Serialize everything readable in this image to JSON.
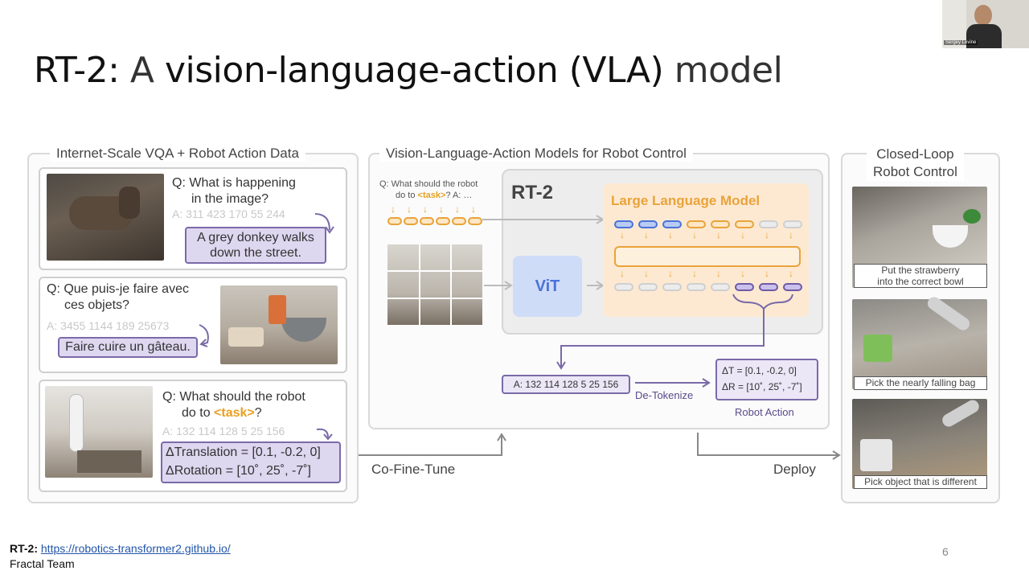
{
  "slide": {
    "title_prefix": "RT-2:",
    "title_a": " A ",
    "title_bold": "vision-language-action (VLA)",
    "title_suffix": " model",
    "page_number": "6"
  },
  "video": {
    "name_tag": "Sergey Levine"
  },
  "left_panel": {
    "label": "Internet-Scale VQA + Robot Action Data",
    "qa1": {
      "q1": "Q: What is happening",
      "q2": "in the image?",
      "tokens": "A: 311 423 170 55 244",
      "answer1": "A grey donkey walks",
      "answer2": "down the street."
    },
    "qa2": {
      "q1": "Q: Que puis-je faire avec",
      "q2": "ces objets?",
      "tokens": "A: 3455 1144 189 25673",
      "answer": "Faire cuire un gâteau."
    },
    "qa3": {
      "q1": "Q: What should the robot",
      "q2": "do to ",
      "task": "<task>",
      "q2_end": "?",
      "tokens": "A: 132 114 128 5 25 156",
      "answer1": "ΔTranslation = [0.1, -0.2, 0]",
      "answer2": "ΔRotation = [10˚, 25˚, -7˚]"
    }
  },
  "middle_panel": {
    "label": "Vision-Language-Action Models for Robot Control",
    "prompt1": "Q: What should the robot",
    "prompt2": "do to ",
    "prompt_task": "<task>",
    "prompt_end": "? A: …",
    "rt2": "RT-2",
    "llm": "Large Language Model",
    "vit": "ViT",
    "action_tokens": "A: 132 114 128 5 25 156",
    "detokenize": "De-Tokenize",
    "delta_t": "ΔT = [0.1, -0.2, 0]",
    "delta_r": "ΔR = [10˚, 25˚, -7˚]",
    "robot_action": "Robot Action"
  },
  "right_panel": {
    "label1": "Closed-Loop",
    "label2": "Robot Control",
    "caption1a": "Put the strawberry",
    "caption1b": "into the correct bowl",
    "caption2": "Pick the nearly falling bag",
    "caption3": "Pick object that is different"
  },
  "flow": {
    "cofinetune": "Co-Fine-Tune",
    "deploy": "Deploy"
  },
  "footer": {
    "rt2_label": "RT-2:",
    "link": "https://robotics-transformer2.github.io/",
    "team": "Fractal Team"
  },
  "colors": {
    "purple": "#7a6aa8",
    "orange": "#e9a33a",
    "blue": "#4a72d8"
  }
}
